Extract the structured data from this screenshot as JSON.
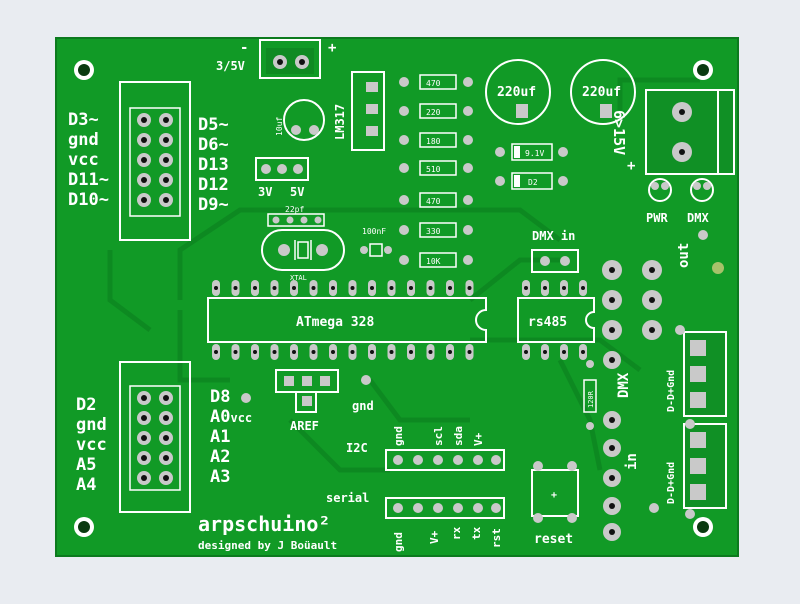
{
  "colors": {
    "background": "#e9ecf1",
    "board": "#119a26",
    "trace": "#0f8a22",
    "silkscreen": "#ffffff",
    "pad": "#c9c9c9",
    "hole": "#111111"
  },
  "labels": {
    "minus": "-",
    "plus": "+",
    "v35": "3/5V",
    "lm317": "LM317",
    "cap10uf": "10uf",
    "v3": "3V",
    "v5": "5V",
    "r470a": "470",
    "r220": "220",
    "r180": "180",
    "r510": "510",
    "r470b": "470",
    "r330": "330",
    "r10k": "10K",
    "c220a": "220uf",
    "c220b": "220uf",
    "d91v": "9.1V",
    "d2": "D2",
    "vin": "6>15V",
    "vin_plus": "+",
    "pwr": "PWR",
    "dmx_led": "DMX",
    "pf22": "22pf",
    "xtal": "XTAL",
    "nf100": "100nF",
    "dmx_in": "DMX in",
    "out": "out",
    "atmega": "ATmega 328",
    "rs485": "rs485",
    "dmx_mid": "DMX",
    "gnd_plus_a": "D-D+Gnd",
    "gnd_plus_b": "D-D+Gnd",
    "in": "in",
    "r120": "120R",
    "aref": "AREF",
    "gnd_mid": "gnd",
    "i2c": "I2C",
    "i2c_gnd": "gnd",
    "i2c_scl": "scl",
    "i2c_sda": "sda",
    "i2c_vplus": "V+",
    "serial": "serial",
    "ser_gnd": "gnd",
    "ser_vplus": "V+",
    "ser_rx": "rx",
    "ser_tx": "tx",
    "ser_rst": "rst",
    "reset": "reset",
    "reset_plus": "+",
    "title": "arpschuino²",
    "designer": "designed by J Boüault"
  },
  "header_top_left": [
    "D3~",
    "gnd",
    "vcc",
    "D11~",
    "D10~"
  ],
  "header_top_right": [
    "D5~",
    "D6~",
    "D13",
    "D12",
    "D9~"
  ],
  "header_bottom_left": [
    "D2",
    "gnd",
    "vcc",
    "A5",
    "A4"
  ],
  "header_bottom_right": [
    "D8",
    "A0",
    "A1",
    "A2",
    "A3"
  ],
  "vcc_suffix": "vcc"
}
